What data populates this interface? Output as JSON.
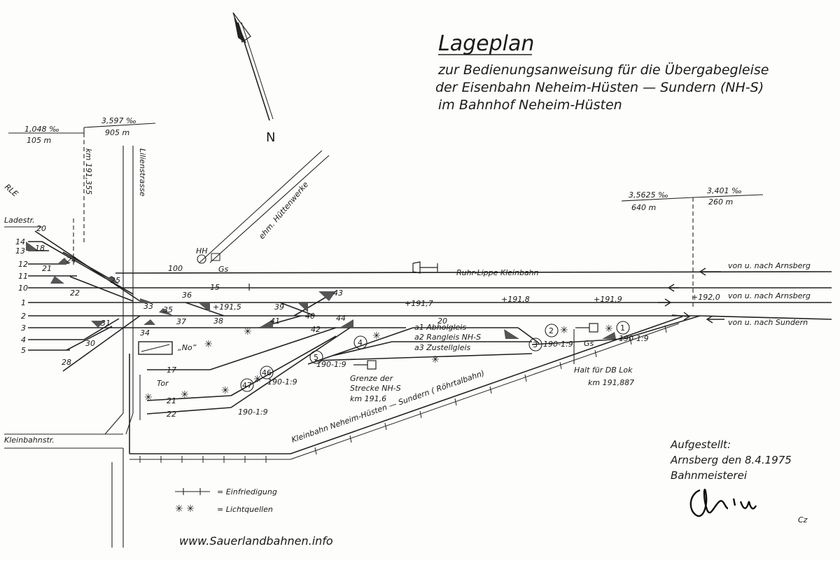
{
  "title": "Lageplan",
  "subtitle_lines": [
    "zur Bedienungsanweisung für die Übergabegleise",
    "der Eisenbahn Neheim-Hüsten — Sundern (NH-S)",
    "im Bahnhof Neheim-Hüsten"
  ],
  "north": "N",
  "gradients": {
    "left_a": "1,048 ‰",
    "left_a_len": "105 m",
    "left_b": "3,597 ‰",
    "left_b_len": "905 m",
    "right_a": "3,5625 ‰",
    "right_a_len": "640 m",
    "right_b": "3,401 ‰",
    "right_b_len": "260 m"
  },
  "streets": {
    "km_marker": "km 191,355",
    "lilienstrasse": "Lilienstrasse",
    "huettenwerke": "ehm. Hüttenwerke",
    "ladestr": "Ladestr.",
    "rle": "RLE",
    "kleinbahnstr": "Kleinbahnstr.",
    "tor": "Tor",
    "no": "„No”"
  },
  "lines": {
    "ruhr_lippe": "Ruhr-Lippe Kleinbahn",
    "kleinbahn_sundern": "Kleinbahn Neheim-Hüsten — Sundern ( Röhrtalbahn)",
    "arnsberg_1": "von u. nach Arnsberg",
    "arnsberg_2": "von u. nach Arnsberg",
    "sundern": "von u. nach Sundern"
  },
  "track_numbers": [
    "14",
    "13",
    "12",
    "11",
    "10",
    "1",
    "2",
    "3",
    "4",
    "5"
  ],
  "switch_numbers": {
    "s20": "20",
    "s18": "18",
    "s24": "24",
    "s21": "21",
    "s22": "22",
    "s25": "25",
    "s33": "33",
    "s35": "35",
    "s36": "36",
    "s38": "38",
    "s39": "39",
    "s40": "40",
    "s43": "43",
    "s41": "41",
    "s42": "42",
    "s31": "31",
    "s34": "34",
    "s37": "37",
    "s30": "30",
    "s28": "28",
    "s44": "44"
  },
  "track_labels": {
    "t100": "100",
    "t15": "15",
    "t20": "20",
    "t17": "17",
    "t21": "21",
    "t22": "22",
    "hh": "HH",
    "gs1": "Gs",
    "gs2": "Gs"
  },
  "km_posts": [
    "+191,5",
    "+191,7",
    "+191,8",
    "+191,9",
    "+192,0"
  ],
  "sidings": {
    "a1": "a1 Abholgleis",
    "a2": "a2 Rangleis NH-S",
    "a3": "a3 Zustellgleis"
  },
  "circled": [
    "1",
    "2",
    "3",
    "4",
    "5",
    "46",
    "47"
  ],
  "gradient_marks": [
    "190-1:9",
    "190-1:9",
    "190-1:9",
    "190-1:9",
    "190-1:9"
  ],
  "notes": {
    "grenze_1": "Grenze der",
    "grenze_2": "Strecke NH-S",
    "grenze_3": "km 191,6",
    "halt_1": "Halt für DB Lok",
    "halt_2": "km 191,887"
  },
  "legend": {
    "fence": "= Einfriedigung",
    "light": "= Lichtquellen"
  },
  "footer": {
    "aufgestellt": "Aufgestellt:",
    "place_date": "Arnsberg den 8.4.1975",
    "office": "Bahnmeisterei",
    "initials": "Cz",
    "website": "www.Sauerlandbahnen.info"
  }
}
